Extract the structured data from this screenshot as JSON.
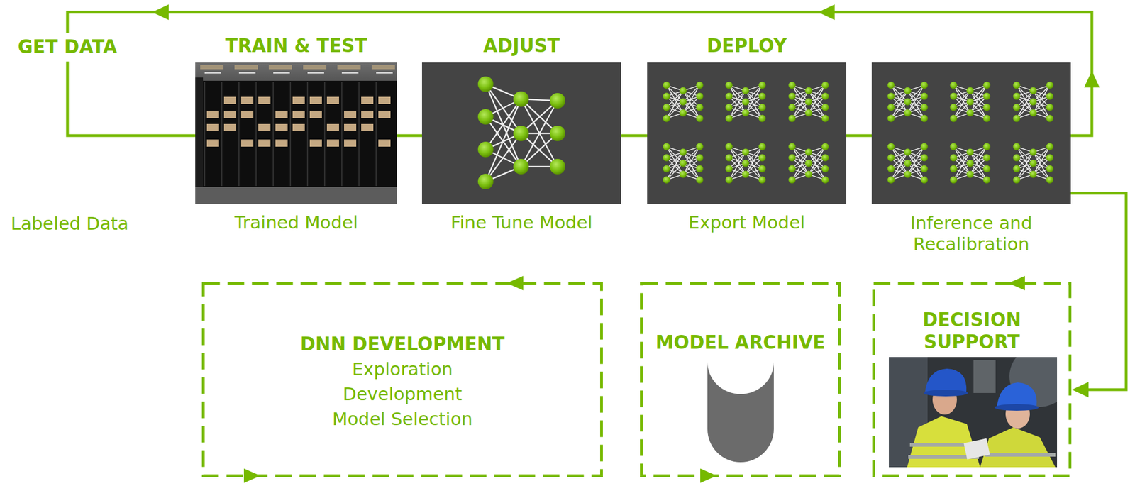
{
  "diagram": {
    "nodes": [
      {
        "text": [
          "TRAIN & TEST",
          "Trained Model"
        ]
      },
      {
        "text": [
          "ADJUST",
          "Fine Tune Model"
        ]
      },
      {
        "text": [
          "DEPLOY",
          "Export Model"
        ]
      },
      {
        "text": [
          "Inference and Recalibration"
        ]
      },
      {
        "text": [
          "DNN DEVELOPMENT",
          "Exploration",
          "Development",
          "Model Selection"
        ]
      },
      {
        "text": [
          "MODEL ARCHIVE"
        ]
      },
      {
        "text": [
          "DECISION SUPPORT"
        ]
      }
    ],
    "edges": [
      {
        "from": 0,
        "to": 1,
        "arrow": "none"
      },
      {
        "from": 1,
        "to": 2,
        "arrow": "none"
      },
      {
        "from": 2,
        "to": 3,
        "arrow": "none"
      },
      {
        "from": 3,
        "to": 0,
        "arrow": "to"
      },
      {
        "from": 3,
        "to": 6,
        "arrow": "to"
      }
    ],
    "labels": [
      "GET DATA",
      "Labeled Data"
    ]
  }
}
